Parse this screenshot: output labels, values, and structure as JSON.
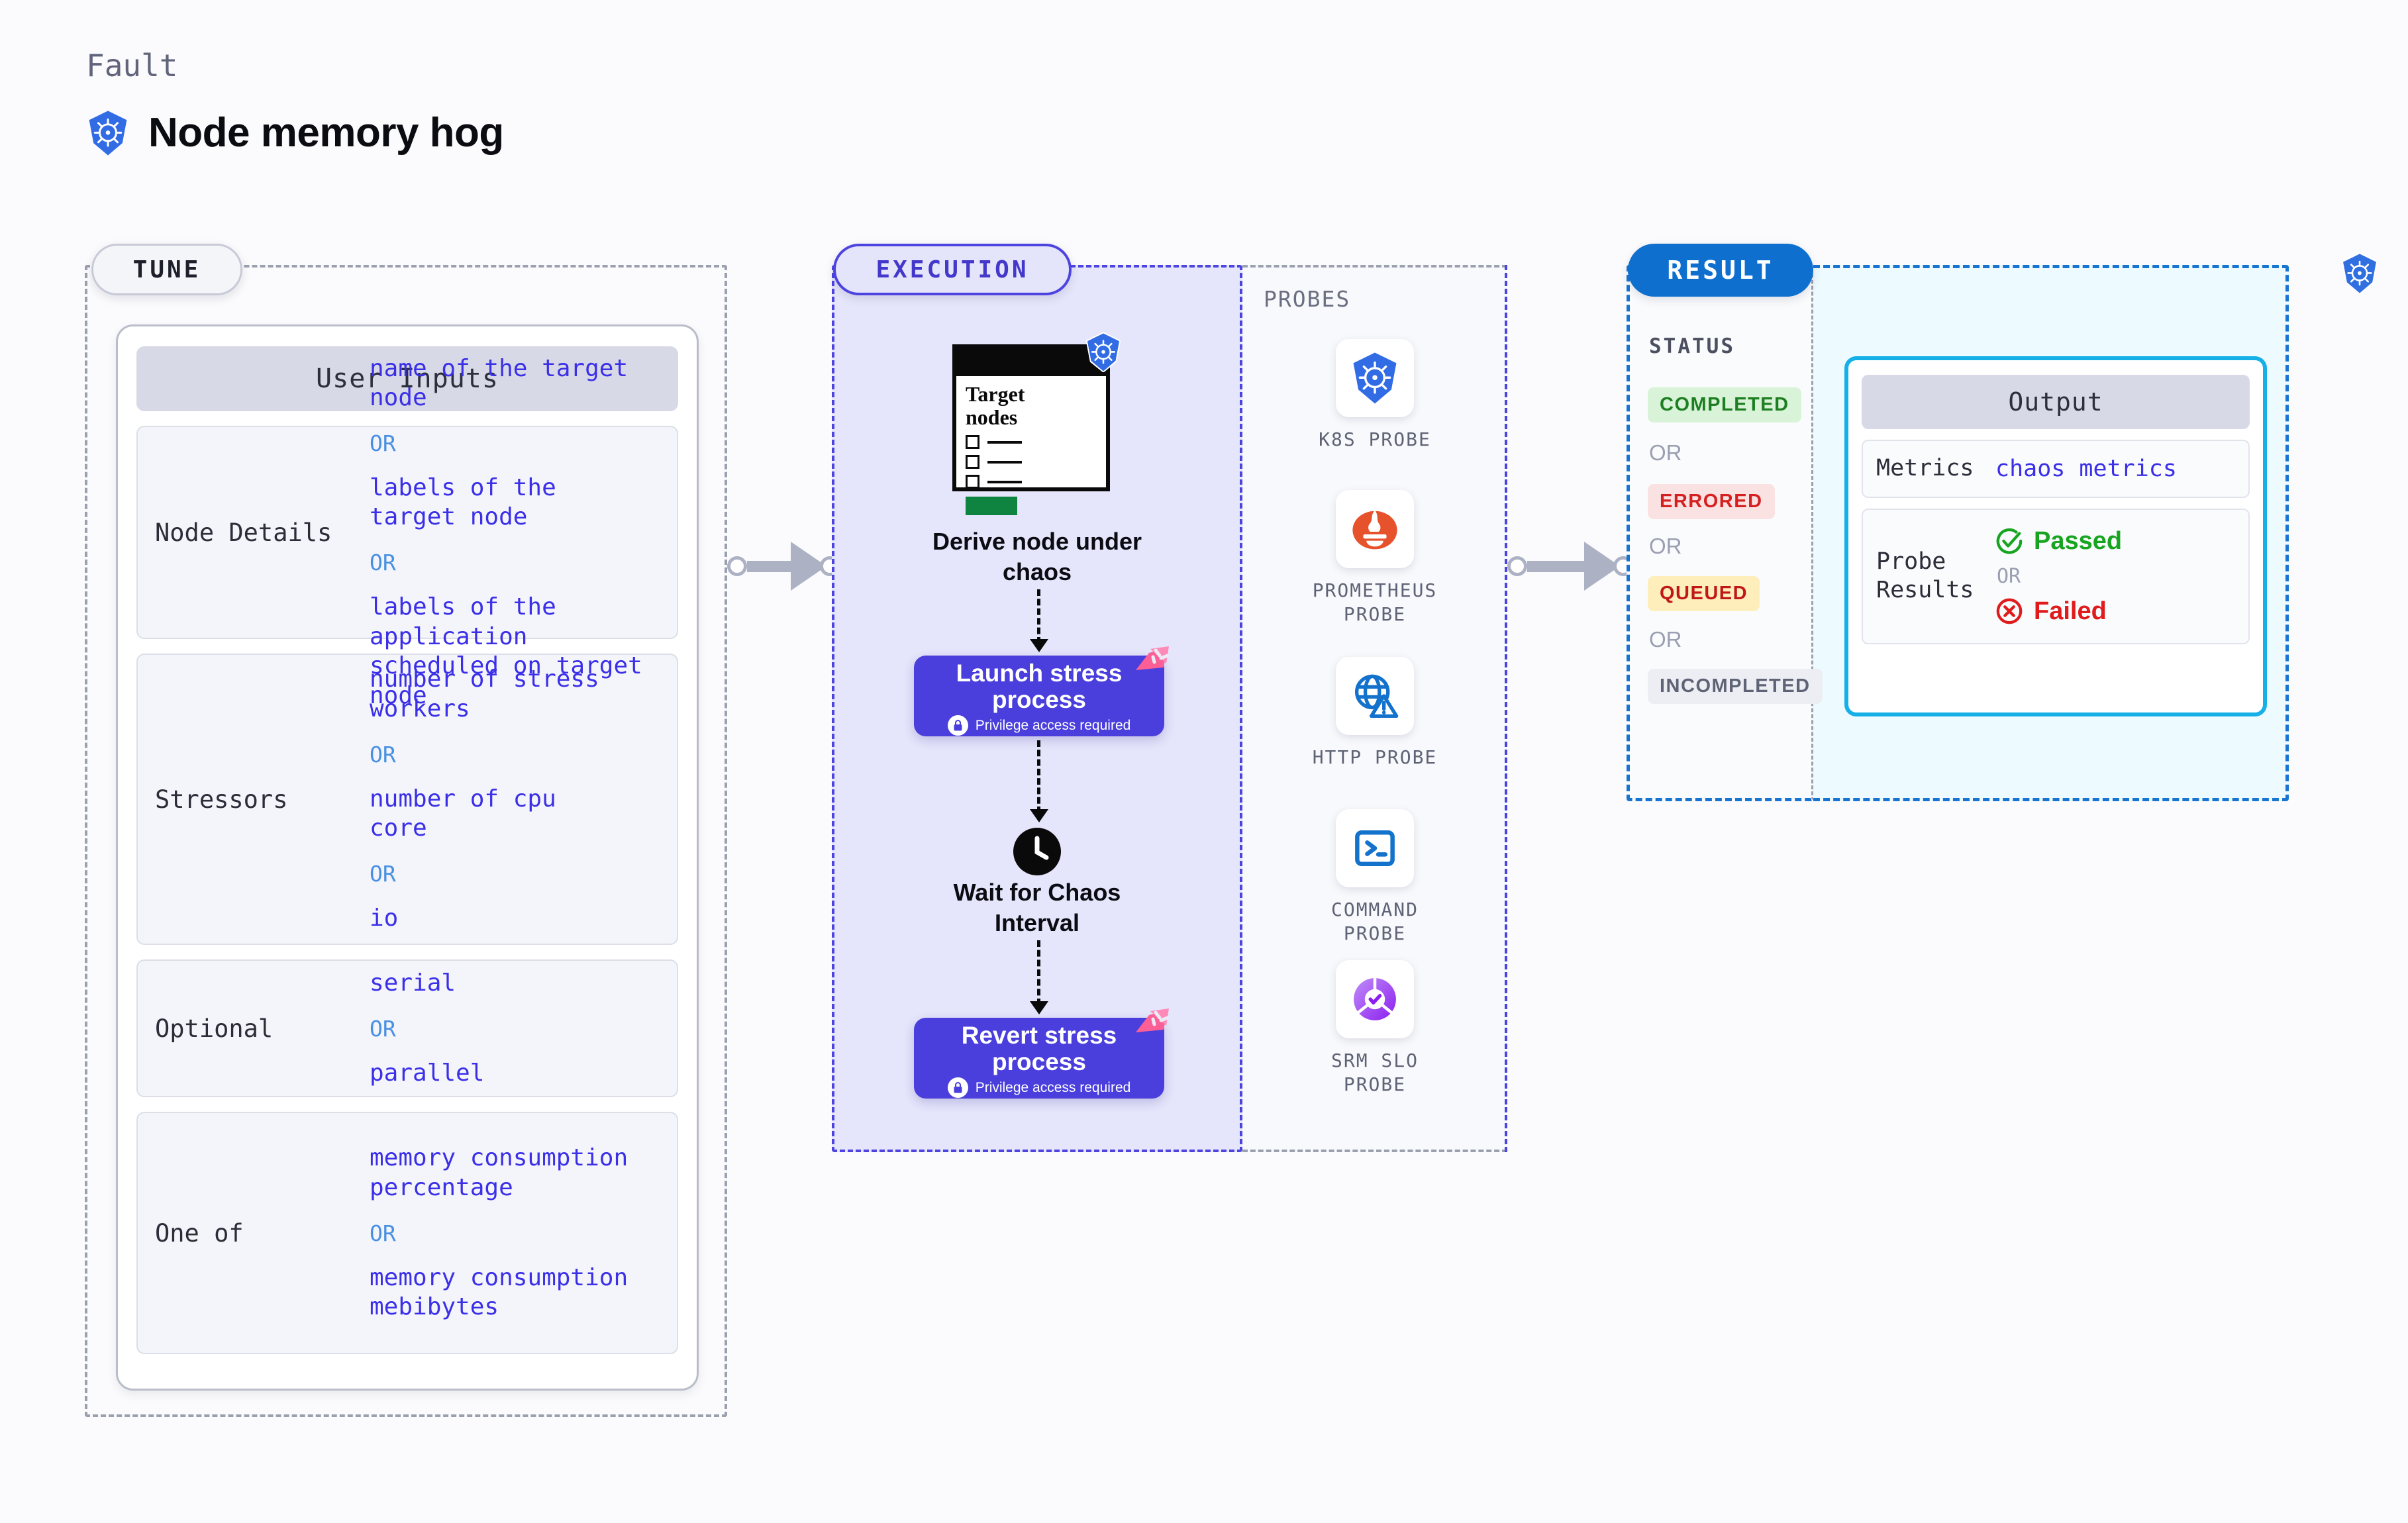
{
  "header": {
    "eyebrow": "Fault",
    "title": "Node memory hog",
    "icon": "kubernetes-icon"
  },
  "tune": {
    "pill_label": "TUNE",
    "card_title": "User Inputs",
    "rows": [
      {
        "label": "Node Details",
        "values": [
          "name of the target\nnode",
          "labels of the\ntarget node",
          "labels of the application\n scheduled on target node"
        ],
        "separator": "OR"
      },
      {
        "label": "Stressors",
        "values": [
          "number of stress\nworkers",
          "number of cpu\ncore",
          "io"
        ],
        "separator": "OR"
      },
      {
        "label": "Optional",
        "values": [
          "serial",
          "parallel"
        ],
        "separator": "OR"
      },
      {
        "label": "One of",
        "values": [
          "memory consumption\npercentage",
          "memory consumption\nmebibytes"
        ],
        "separator": "OR"
      }
    ]
  },
  "execution": {
    "pill_label": "EXECUTION",
    "target_card": {
      "title": "Target\nnodes",
      "k8s_icon": "kubernetes-icon"
    },
    "steps": [
      {
        "caption": "Derive node under\nchaos"
      },
      {
        "title": "Launch stress\nprocess",
        "subtitle": "Privilege access required",
        "icon": "lock-icon",
        "corner": "party-popper-icon"
      },
      {
        "caption": "Wait for Chaos\nInterval",
        "icon": "clock-icon"
      },
      {
        "title": "Revert stress\nprocess",
        "subtitle": "Privilege access required",
        "icon": "lock-icon",
        "corner": "party-popper-icon"
      }
    ]
  },
  "probes": {
    "label": "PROBES",
    "items": [
      {
        "name": "K8S PROBE",
        "icon": "kubernetes-icon"
      },
      {
        "name": "PROMETHEUS\nPROBE",
        "icon": "prometheus-icon"
      },
      {
        "name": "HTTP PROBE",
        "icon": "globe-warning-icon"
      },
      {
        "name": "COMMAND\nPROBE",
        "icon": "terminal-icon"
      },
      {
        "name": "SRM SLO\nPROBE",
        "icon": "srm-slo-icon"
      }
    ]
  },
  "result": {
    "pill_label": "RESULT",
    "status_label": "STATUS",
    "separator": "OR",
    "statuses": [
      {
        "label": "COMPLETED",
        "bg": "#d8f3d8",
        "fg": "#1d7f21"
      },
      {
        "label": "ERRORED",
        "bg": "#fbe2e2",
        "fg": "#d42020"
      },
      {
        "label": "QUEUED",
        "bg": "#fdeebc",
        "fg": "#c01818"
      },
      {
        "label": "INCOMPLETED",
        "bg": "#eceef4",
        "fg": "#5e6375"
      }
    ],
    "k8s_icon": "kubernetes-icon",
    "output": {
      "title": "Output",
      "metrics_label": "Metrics",
      "metrics_value": "chaos metrics",
      "probe_results_label": "Probe\nResults",
      "separator": "OR",
      "passed": {
        "label": "Passed",
        "color": "#17a41f",
        "icon": "check-circle-icon"
      },
      "failed": {
        "label": "Failed",
        "color": "#e01b1b",
        "icon": "x-circle-icon"
      }
    }
  },
  "colors": {
    "accent_purple": "#4a3fdc",
    "accent_blue": "#0e6fcf",
    "cyan": "#16b0e8",
    "value_text": "#3b30e8"
  }
}
